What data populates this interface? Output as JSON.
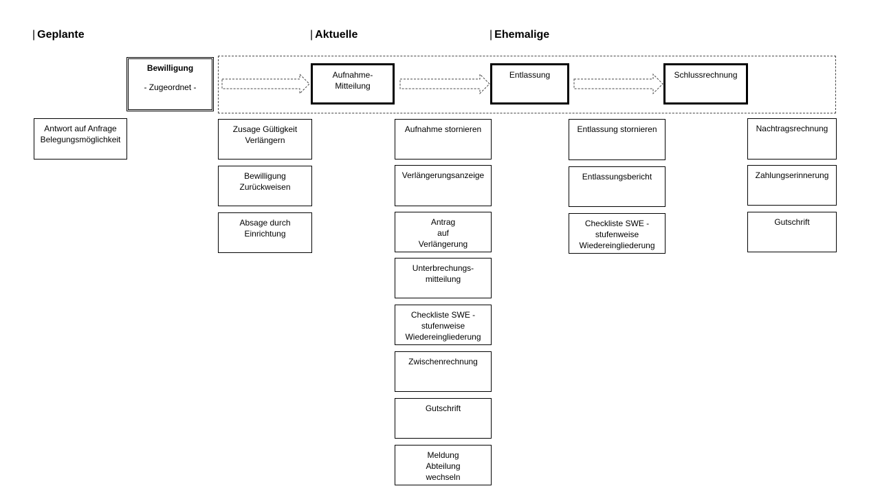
{
  "sections": {
    "planned": "Geplante",
    "current": "Aktuelle",
    "former": "Ehemalige"
  },
  "grant": {
    "title": "Bewilligung",
    "subtitle": "- Zugeordnet -"
  },
  "stages": {
    "admission": "Aufnahme-\nMitteilung",
    "discharge": "Entlassung",
    "final_invoice": "Schlussrechnung"
  },
  "planned_actions": [
    "Antwort auf Anfrage\nBelegungsmöglichkeit"
  ],
  "grant_actions": [
    "Zusage Gültigkeit\nVerlängern",
    "Bewilligung\nZurückweisen",
    "Absage durch\nEinrichtung"
  ],
  "admission_actions": [
    "Aufnahme stornieren",
    "Verlängerungsanzeige",
    "Antrag\nauf\nVerlängerung",
    "Unterbrechungs-\nmitteilung",
    "Checkliste SWE -\nstufenweise\nWiedereingliederung",
    "Zwischenrechnung",
    "Gutschrift",
    "Meldung\nAbteilung\nwechseln"
  ],
  "discharge_actions": [
    "Entlassung stornieren",
    "Entlassungsbericht",
    "Checkliste SWE -\nstufenweise\nWiedereingliederung"
  ],
  "invoice_actions": [
    "Nachtragsrechnung",
    "Zahlungserinnerung",
    "Gutschrift"
  ]
}
